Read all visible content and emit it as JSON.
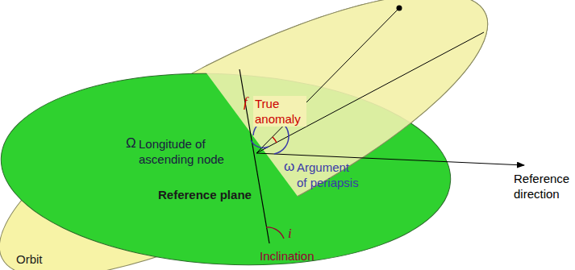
{
  "diagram": {
    "labels": [
      "f",
      "True anomaly",
      "Ω",
      "Longitude of ascending node",
      "ω",
      "Argument of periapsis",
      "Reference direction",
      "Reference plane",
      "i",
      "Inclination",
      "Orbit"
    ]
  }
}
